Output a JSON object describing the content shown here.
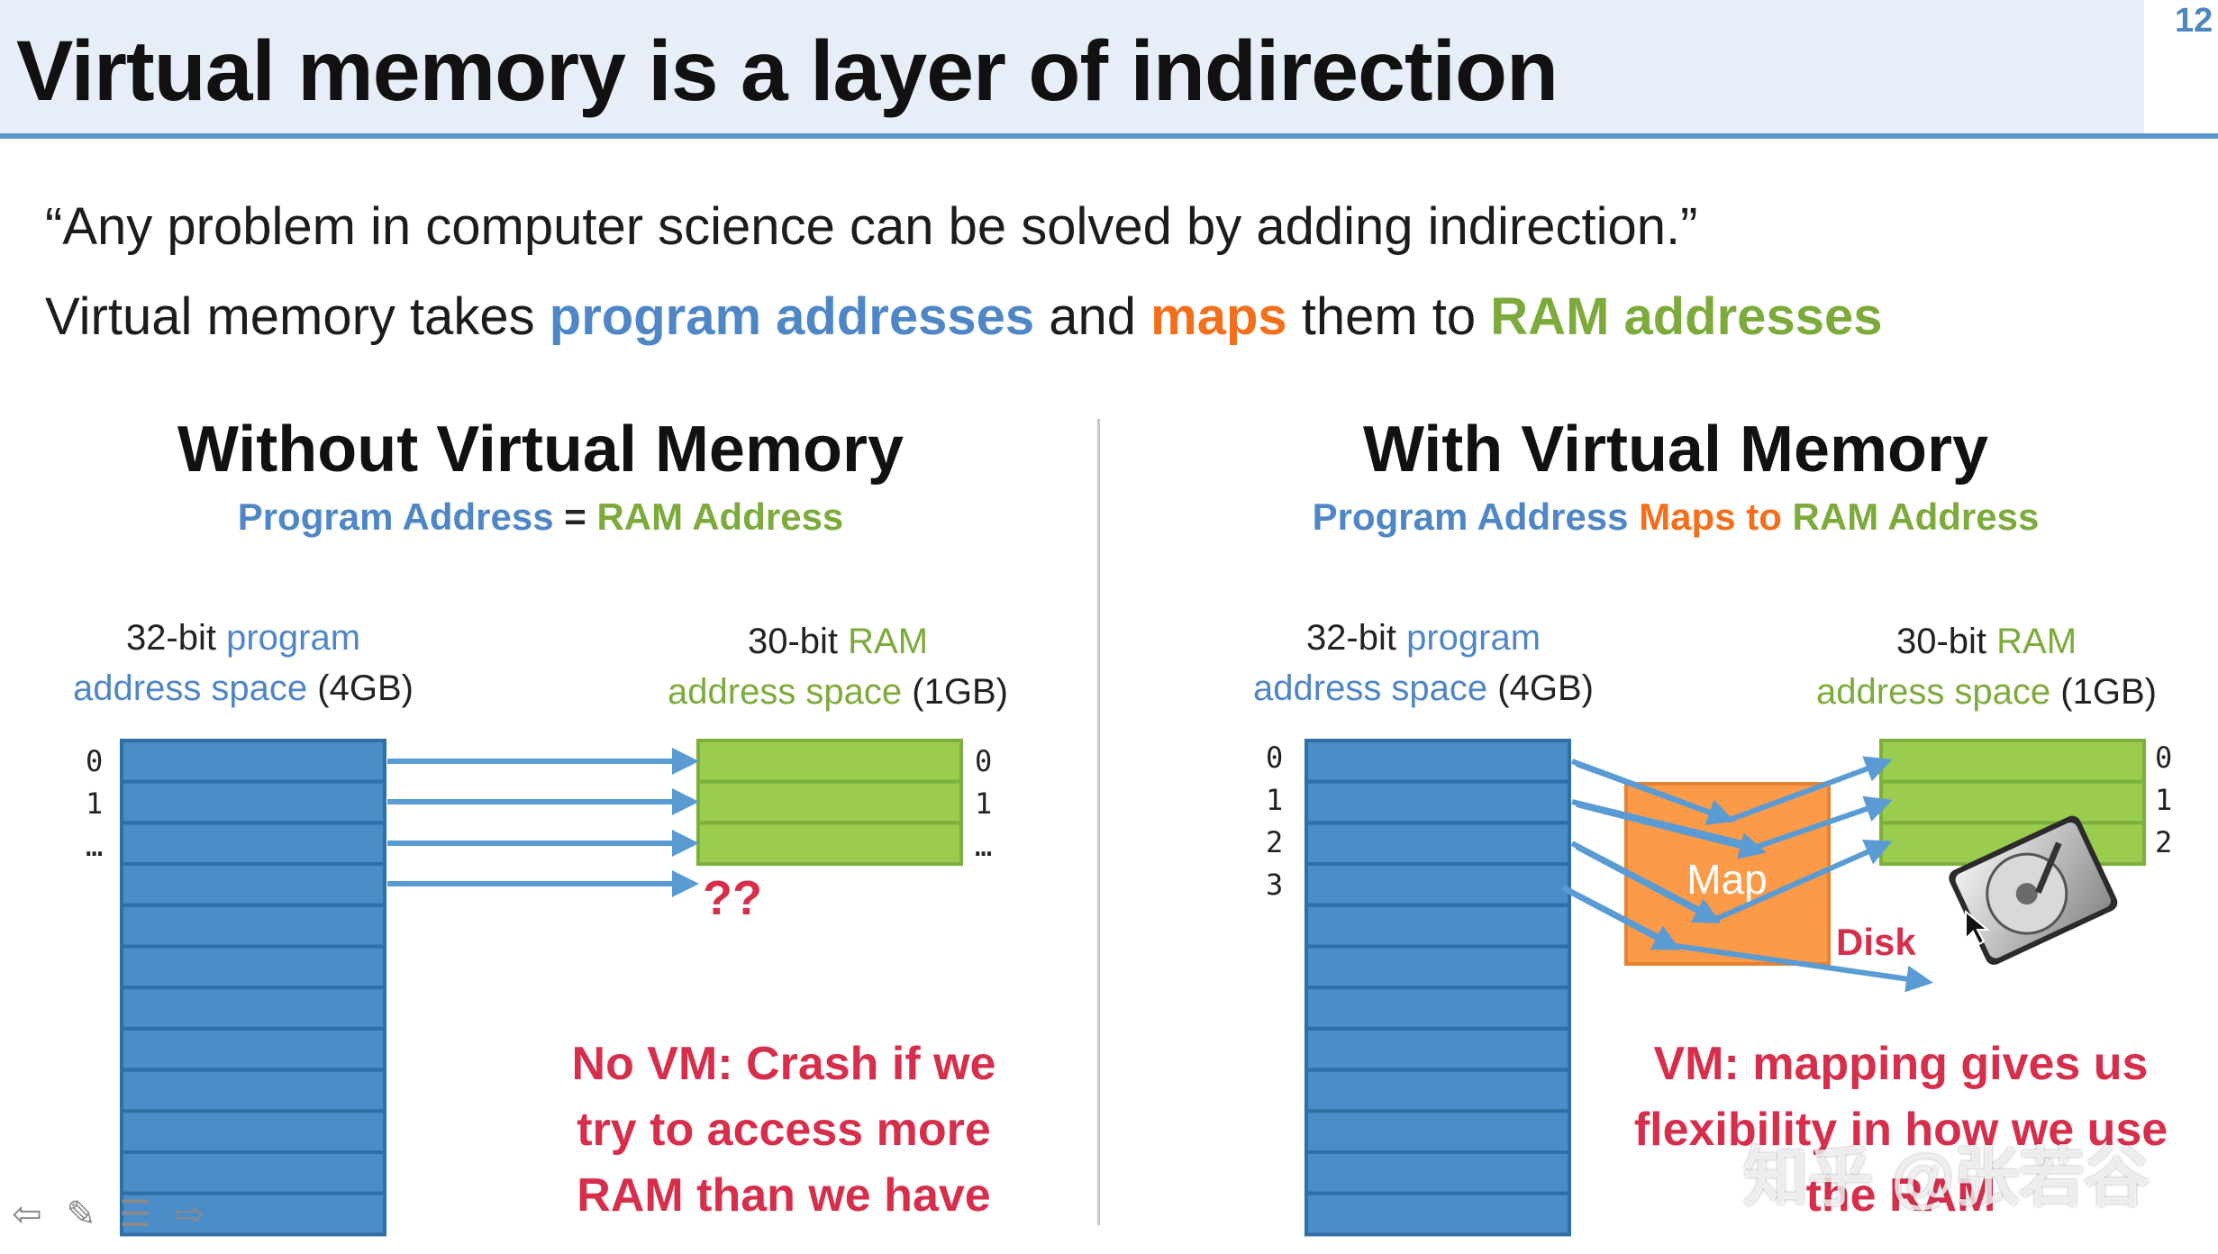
{
  "slide": {
    "title": "Virtual memory is a layer of indirection",
    "number": "12"
  },
  "intro": {
    "quote": "“Any problem in computer science can be solved by adding indirection.”",
    "line2": {
      "p1": "Virtual memory takes ",
      "program_addresses": "program addresses",
      "p2": " and ",
      "maps": "maps",
      "p3": " them to ",
      "ram_addresses": "RAM addresses"
    }
  },
  "left": {
    "title": "Without Virtual Memory",
    "sub_a": "Program Address",
    "sub_eq": " = ",
    "sub_b": "RAM Address",
    "prog_label": {
      "l1a": "32-bit ",
      "l1b": "program",
      "l2a": "address space",
      "l2b": " (4GB)"
    },
    "ram_label": {
      "l1a": "30-bit ",
      "l1b": "RAM",
      "l2a": "address space",
      "l2b": " (1GB)"
    },
    "prog_indices": [
      "0",
      "1",
      "…"
    ],
    "ram_indices": [
      "0",
      "1",
      "…"
    ],
    "question": "??",
    "note": [
      "No VM: Crash if we",
      "try to access more",
      "RAM than we have"
    ]
  },
  "right": {
    "title": "With Virtual Memory",
    "sub_a": "Program Address ",
    "sub_b": "Maps to ",
    "sub_c": "RAM Address",
    "prog_label": {
      "l1a": "32-bit ",
      "l1b": "program",
      "l2a": "address space",
      "l2b": " (4GB)"
    },
    "ram_label": {
      "l1a": "30-bit ",
      "l1b": "RAM",
      "l2a": "address space",
      "l2b": " (1GB)"
    },
    "prog_indices": [
      "0",
      "1",
      "2",
      "3"
    ],
    "ram_indices": [
      "0",
      "1",
      "2"
    ],
    "map_label": "Map",
    "disk_label": "Disk",
    "note": [
      "VM: mapping gives us",
      "flexibility in how we use",
      "the RAM"
    ]
  },
  "watermark": "知乎 @张若谷",
  "colors": {
    "program_blue": "#4f86c6",
    "map_orange": "#f26f1c",
    "ram_green": "#7caa3b",
    "note_red": "#d62f4c",
    "block_blue": "#4a8dc8",
    "block_green": "#9acd4f",
    "map_fill": "#fb9a48"
  },
  "icons": [
    "back-arrow-icon",
    "pen-icon",
    "menu-icon",
    "forward-arrow-icon",
    "hard-disk-icon",
    "mouse-cursor-icon"
  ]
}
